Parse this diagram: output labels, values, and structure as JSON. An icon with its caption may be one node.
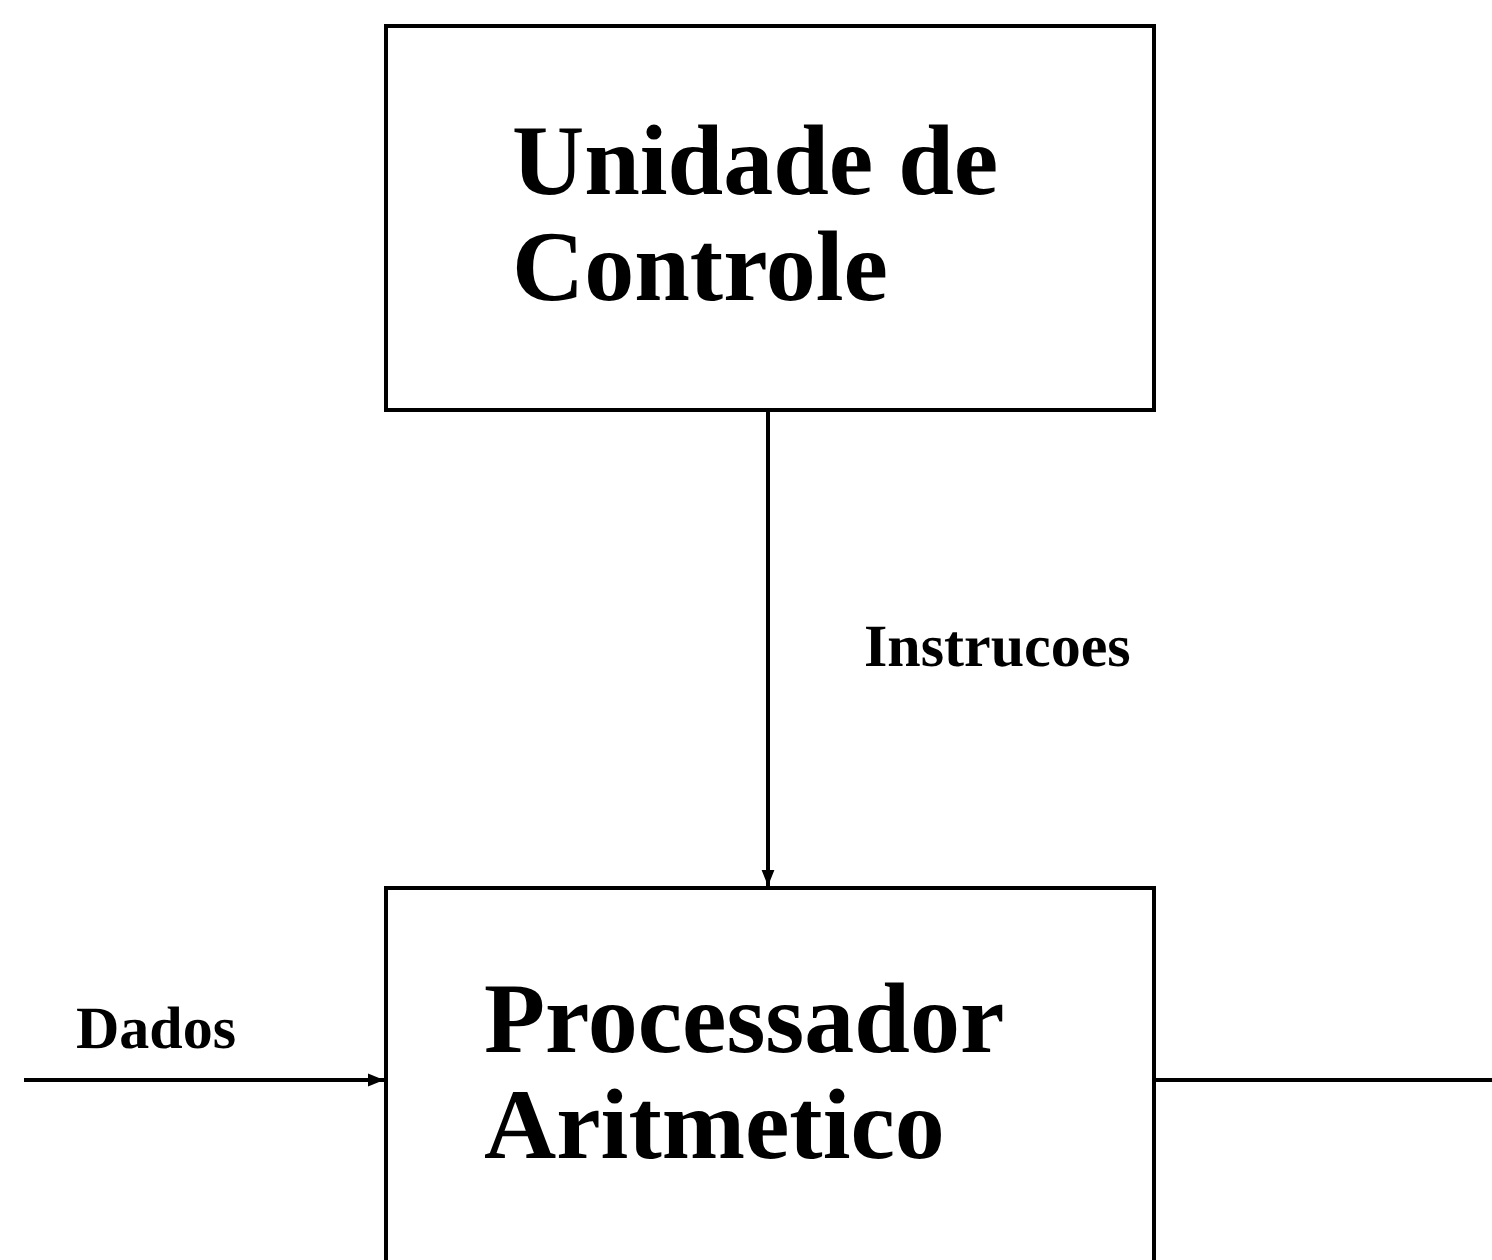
{
  "diagram": {
    "nodes": [
      {
        "text": [
          "Unidade de Controle"
        ]
      },
      {
        "text": [
          "Processador Aritmetico"
        ]
      }
    ],
    "edges": [
      {
        "from": 0,
        "to": 1,
        "arrow": "to",
        "label": "Instrucoes"
      },
      {
        "from": null,
        "to": 1,
        "arrow": "to",
        "label": "Dados"
      },
      {
        "from": 1,
        "to": null,
        "arrow": "none"
      }
    ]
  }
}
